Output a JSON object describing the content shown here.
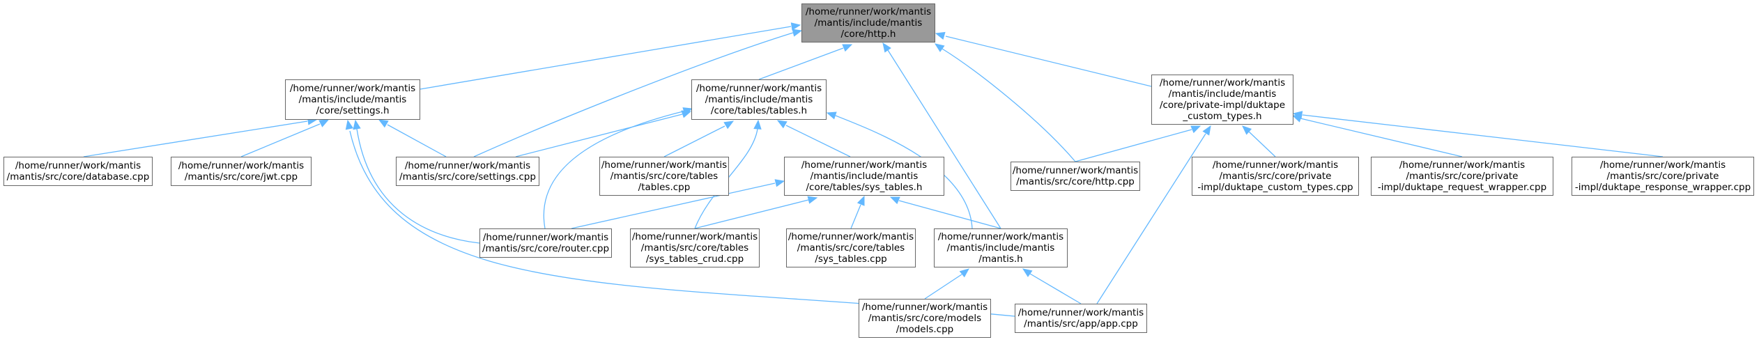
{
  "colors": {
    "edge": "#63b8ff",
    "border": "#666666",
    "root_fill": "#999999",
    "node_fill": "#ffffff"
  },
  "nodes": {
    "http_h": [
      "/home/runner/work/mantis",
      "/mantis/include/mantis",
      "/core/http.h"
    ],
    "settings_h": [
      "/home/runner/work/mantis",
      "/mantis/include/mantis",
      "/core/settings.h"
    ],
    "tables_h": [
      "/home/runner/work/mantis",
      "/mantis/include/mantis",
      "/core/tables/tables.h"
    ],
    "duktape_types_h": [
      "/home/runner/work/mantis",
      "/mantis/include/mantis",
      "/core/private-impl/duktape",
      "_custom_types.h"
    ],
    "database_cpp": [
      "/home/runner/work/mantis",
      "/mantis/src/core/database.cpp"
    ],
    "jwt_cpp": [
      "/home/runner/work/mantis",
      "/mantis/src/core/jwt.cpp"
    ],
    "settings_cpp": [
      "/home/runner/work/mantis",
      "/mantis/src/core/settings.cpp"
    ],
    "tables_cpp": [
      "/home/runner/work/mantis",
      "/mantis/src/core/tables",
      "/tables.cpp"
    ],
    "sys_tables_h": [
      "/home/runner/work/mantis",
      "/mantis/include/mantis",
      "/core/tables/sys_tables.h"
    ],
    "http_cpp": [
      "/home/runner/work/mantis",
      "/mantis/src/core/http.cpp"
    ],
    "duktape_types_cpp": [
      "/home/runner/work/mantis",
      "/mantis/src/core/private",
      "-impl/duktape_custom_types.cpp"
    ],
    "duktape_request_cpp": [
      "/home/runner/work/mantis",
      "/mantis/src/core/private",
      "-impl/duktape_request_wrapper.cpp"
    ],
    "duktape_response_cpp": [
      "/home/runner/work/mantis",
      "/mantis/src/core/private",
      "-impl/duktape_response_wrapper.cpp"
    ],
    "router_cpp": [
      "/home/runner/work/mantis",
      "/mantis/src/core/router.cpp"
    ],
    "sys_tables_crud_cpp": [
      "/home/runner/work/mantis",
      "/mantis/src/core/tables",
      "/sys_tables_crud.cpp"
    ],
    "sys_tables_cpp": [
      "/home/runner/work/mantis",
      "/mantis/src/core/tables",
      "/sys_tables.cpp"
    ],
    "mantis_h": [
      "/home/runner/work/mantis",
      "/mantis/include/mantis",
      "/mantis.h"
    ],
    "models_cpp": [
      "/home/runner/work/mantis",
      "/mantis/src/core/models",
      "/models.cpp"
    ],
    "app_cpp": [
      "/home/runner/work/mantis",
      "/mantis/src/app/app.cpp"
    ]
  }
}
